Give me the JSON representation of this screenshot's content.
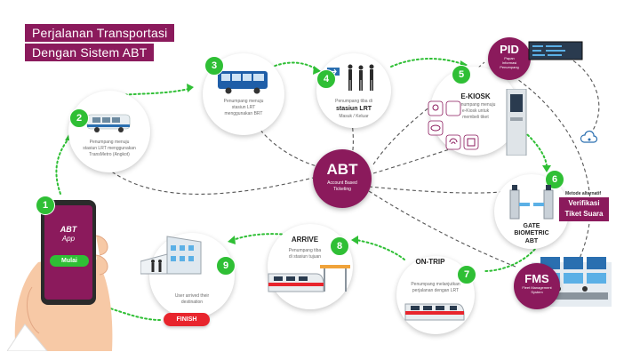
{
  "title": {
    "line1": "Perjalanan Transportasi",
    "line2": "Dengan Sistem ABT"
  },
  "colors": {
    "magenta": "#8b1a5c",
    "green": "#2fbf35",
    "red": "#e8252d"
  },
  "phone": {
    "title": "ABT",
    "subtitle": "App",
    "button": "Mulai"
  },
  "steps": {
    "s1": {
      "num": "1"
    },
    "s2": {
      "num": "2",
      "desc1": "Penumpang menuju",
      "desc2": "stasiun LRT menggunakan",
      "desc3": "TransMetro (Angkot)"
    },
    "s3": {
      "num": "3",
      "desc1": "Penumpang menuju",
      "desc2": "stasiun LRT",
      "desc3": "menggunakan BRT"
    },
    "s4": {
      "num": "4",
      "desc1": "Penumpang tiba di",
      "head": "stasiun LRT",
      "desc2": "Masuk / Keluar"
    },
    "s5": {
      "num": "5",
      "head": "E-KIOSK",
      "desc1": "Penumpang menuju",
      "desc2": "e-Kiosk untuk",
      "desc3": "membeli tiket"
    },
    "s6": {
      "num": "6",
      "head1": "GATE",
      "head2": "BIOMETRIC",
      "head3": "ABT"
    },
    "s7": {
      "num": "7",
      "head": "ON-TRIP",
      "desc1": "Penumpang melanjutkan",
      "desc2": "perjalanan dengan LRT"
    },
    "s8": {
      "num": "8",
      "head": "ARRIVE",
      "desc1": "Penumpang tiba",
      "desc2": "di stasiun tujuan"
    },
    "s9": {
      "num": "9",
      "desc1": "User arrived their",
      "desc2": "destination"
    }
  },
  "abt": {
    "title": "ABT",
    "sub1": "Account Based",
    "sub2": "Ticketing"
  },
  "pid": {
    "title": "PID",
    "sub1": "Papan",
    "sub2": "Informasi",
    "sub3": "Penumpang"
  },
  "fms": {
    "title": "FMS",
    "sub1": "Fleet Management",
    "sub2": "System"
  },
  "alt": {
    "label": "Metode alternatif",
    "line1": "Verifikasi",
    "line2": "Tiket Suara"
  },
  "finish": "FINISH"
}
